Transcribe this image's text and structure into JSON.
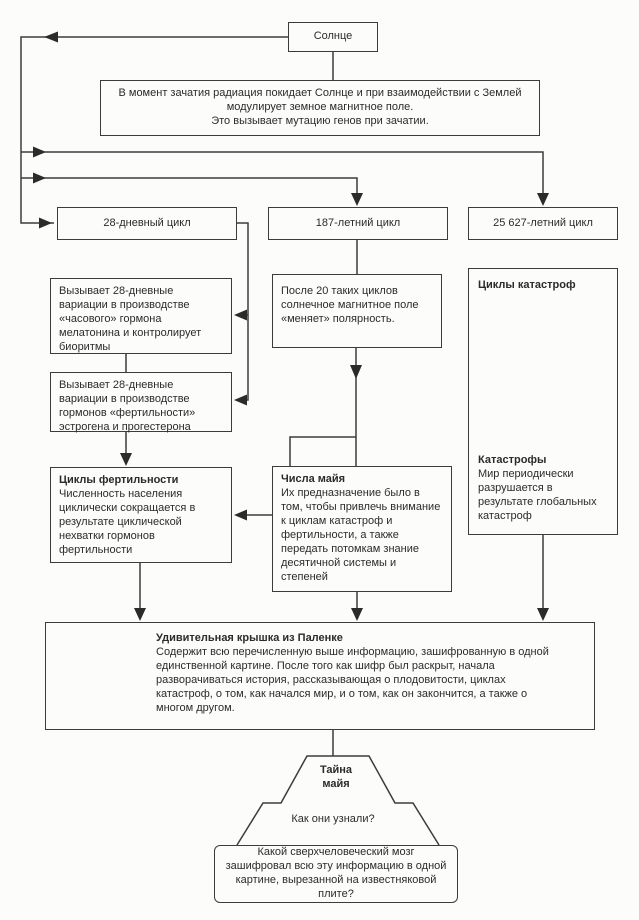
{
  "colors": {
    "ink": "#2b2b2b",
    "border": "#3c3c3c",
    "paper": "#fcfcfa"
  },
  "diagram": {
    "sun": {
      "label": "Солнце"
    },
    "conception": {
      "line1": "В момент зачатия радиация покидает Солнце и при взаимодействии с Землей",
      "line2": "модулирует земное магнитное поле.",
      "line3": "Это вызывает мутацию генов при зачатии."
    },
    "cycles": {
      "day28": "28-дневный цикл",
      "year187": "187-летний цикл",
      "year25627": "25 627-летний цикл"
    },
    "melatonin": {
      "text": "Вызывает 28-дневные вариации в производстве «часового» гормона мелатонина и контролирует биоритмы"
    },
    "fertility_hormones": {
      "text": "Вызывает 28-дневные вариации в производстве гормонов «фертильности» эстрогена и прогестерона"
    },
    "fertility_cycles": {
      "title": "Циклы фертильности",
      "text": "Численность населения циклически сокращается в результате циклической нехватки гормонов фертильности"
    },
    "polarity": {
      "text": "После 20 таких циклов солнечное магнитное поле «меняет» полярность."
    },
    "maya_numbers": {
      "title": "Числа майя",
      "text": "Их предназначение было в том, чтобы привлечь внимание к циклам катастроф и фертильности, а также передать потомкам знание десятичной системы и степеней"
    },
    "catastrophe": {
      "title": "Циклы катастроф",
      "sub_title": "Катастрофы",
      "text": "Мир периодически разрушается в результате глобальных катастроф"
    },
    "palenque": {
      "title": "Удивительная крышка из Паленке",
      "text": "Содержит всю перечисленную выше информацию, зашифрованную в одной единственной картине. После того как шифр был раскрыт, начала разворачиваться история, рассказывающая о плодовитости, циклах катастроф, о том, как начался мир, и о том, как он закончится, а также о многом другом."
    },
    "mystery": {
      "title_line1": "Тайна",
      "title_line2": "майя",
      "question": "Как они узнали?"
    },
    "final_question": {
      "text": "Какой сверхчеловеческий мозг зашифровал всю эту информацию в одной картине, вырезанной на известняковой плите?"
    }
  }
}
